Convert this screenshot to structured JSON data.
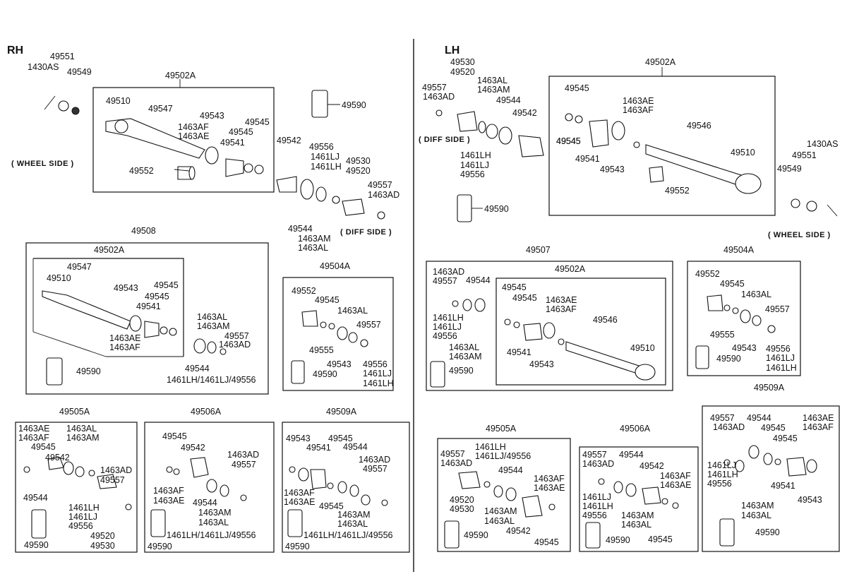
{
  "sides": {
    "rh": "RH",
    "lh": "LH"
  },
  "notes": {
    "wheel_side": "( WHEEL SIDE )",
    "diff_side": "( DIFF SIDE )",
    "diff_side_lh": "( DIFF SIDE )",
    "wheel_side_lh": "( WHEEL SIDE )"
  },
  "assemblies": {
    "rh_main": "49502A",
    "rh_49508": "49508",
    "rh_49508_inner": "49502A",
    "rh_49504A": "49504A",
    "rh_49505A": "49505A",
    "rh_49506A": "49506A",
    "rh_49509A": "49509A",
    "lh_main": "49502A",
    "lh_49507": "49507",
    "lh_49507_inner": "49502A",
    "lh_49504A": "49504A",
    "lh_49505A": "49505A",
    "lh_49506A": "49506A",
    "lh_49509A": "49509A"
  },
  "labels": {
    "rh_top": [
      "49551",
      "1430AS",
      "49549",
      "49510",
      "49547",
      "49543",
      "1463AF",
      "1463AE",
      "49545",
      "49545",
      "49541",
      "49552",
      "49590",
      "49542",
      "49556",
      "1461LJ",
      "1461LH",
      "49530",
      "49520",
      "49557",
      "1463AD",
      "49544",
      "1463AM",
      "1463AL"
    ],
    "rh_49508": [
      "49547",
      "49510",
      "49543",
      "49545",
      "49545",
      "49541",
      "1463AE",
      "1463AF",
      "1463AL",
      "1463AM",
      "49557",
      "1463AD",
      "49544",
      "1461LH/1461LJ/49556",
      "49590"
    ],
    "rh_49504A": [
      "49552",
      "49545",
      "1463AL",
      "49557",
      "49555",
      "49543",
      "49556",
      "1461LJ",
      "1461LH",
      "49590"
    ],
    "rh_49505A": [
      "1463AE",
      "1463AF",
      "1463AL",
      "1463AM",
      "49545",
      "49542",
      "1463AD",
      "49557",
      "49544",
      "1461LH",
      "1461LJ",
      "49556",
      "49520",
      "49530",
      "49590"
    ],
    "rh_49506A": [
      "49545",
      "49542",
      "1463AD",
      "49557",
      "1463AF",
      "1463AE",
      "49544",
      "1463AM",
      "1463AL",
      "1461LH/1461LJ/49556",
      "49590"
    ],
    "rh_49509A": [
      "49543",
      "49541",
      "49545",
      "49544",
      "1463AD",
      "49557",
      "1463AF",
      "1463AE",
      "49545",
      "1463AM",
      "1463AL",
      "1461LH/1461LJ/49556",
      "49590"
    ],
    "lh_top": [
      "49530",
      "49520",
      "49557",
      "1463AD",
      "1463AL",
      "1463AM",
      "49544",
      "49542",
      "1461LH",
      "1461LJ",
      "49556",
      "49590",
      "49545",
      "49545",
      "1463AE",
      "1463AF",
      "49545",
      "49541",
      "49543",
      "49546",
      "49510",
      "49552",
      "1430AS",
      "49551",
      "49549"
    ],
    "lh_49507": [
      "1463AD",
      "49557",
      "49544",
      "1461LH",
      "1461LJ",
      "49556",
      "1463AL",
      "1463AM",
      "49590",
      "49545",
      "49545",
      "1463AE",
      "1463AF",
      "49546",
      "49541",
      "49543",
      "49510"
    ],
    "lh_49504A": [
      "49552",
      "49545",
      "1463AL",
      "49557",
      "49555",
      "49543",
      "49556",
      "1461LJ",
      "1461LH",
      "49590"
    ],
    "lh_49505A": [
      "49557",
      "1463AD",
      "1461LH",
      "1461LJ/49556",
      "49544",
      "1463AF",
      "1463AE",
      "49520",
      "49530",
      "1463AM",
      "1463AL",
      "49542",
      "49545",
      "49590"
    ],
    "lh_49506A": [
      "49557",
      "1463AD",
      "49544",
      "49542",
      "1463AF",
      "1463AE",
      "1461LJ",
      "1461LH",
      "49556",
      "1463AM",
      "1463AL",
      "49590",
      "49545"
    ],
    "lh_49509A": [
      "49557",
      "1463AD",
      "49544",
      "49545",
      "1463AE",
      "1463AF",
      "49545",
      "1461LJ",
      "1461LH",
      "49556",
      "49541",
      "49543",
      "1463AM",
      "1463AL",
      "49590"
    ]
  }
}
